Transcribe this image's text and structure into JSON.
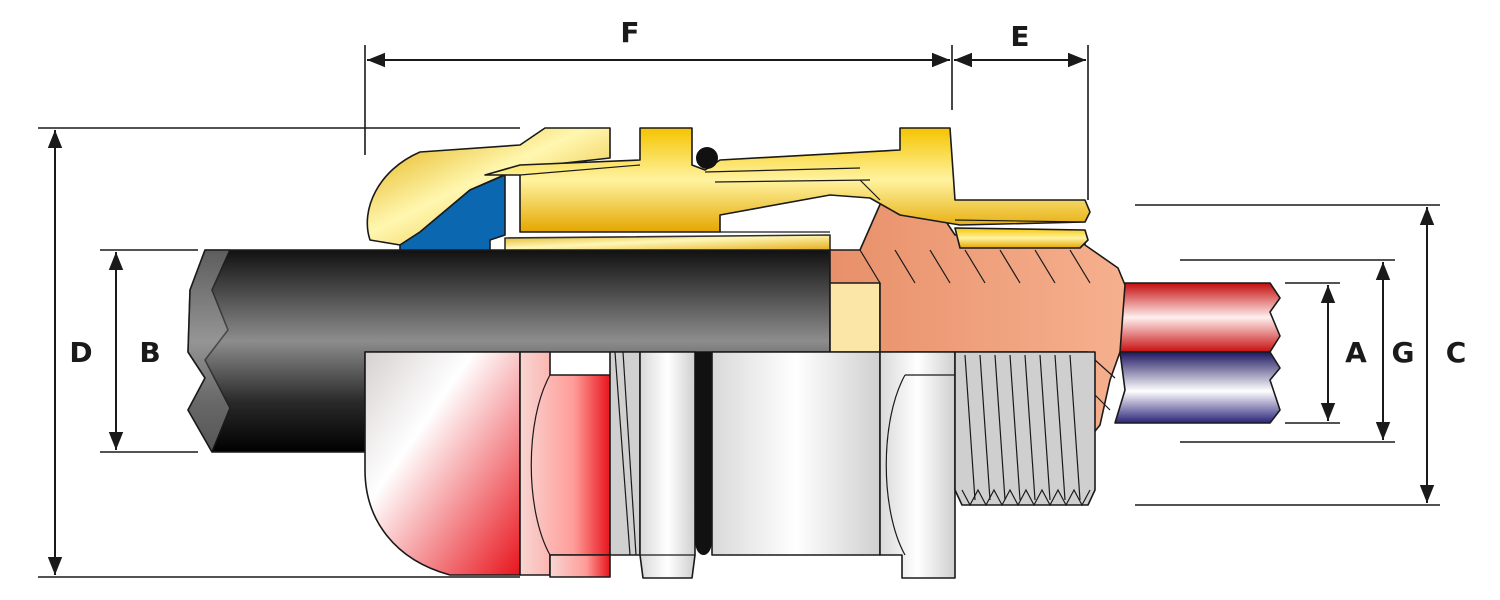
{
  "labels": {
    "A": "A",
    "B": "B",
    "C": "C",
    "D": "D",
    "E": "E",
    "F": "F",
    "G": "G"
  },
  "colors": {
    "brass": "#f2c318",
    "brass_light": "#fff6a8",
    "seal_blue": "#0a67b0",
    "copper": "#f0a07a",
    "sheath_black": "#141414",
    "core_red": "#d81e1e",
    "core_blue": "#2a237a",
    "body_red": "#e8141c",
    "silver": "#c8c8c8",
    "cream": "#fbe6a8"
  },
  "icons": [
    "cable-gland-cross-section"
  ]
}
